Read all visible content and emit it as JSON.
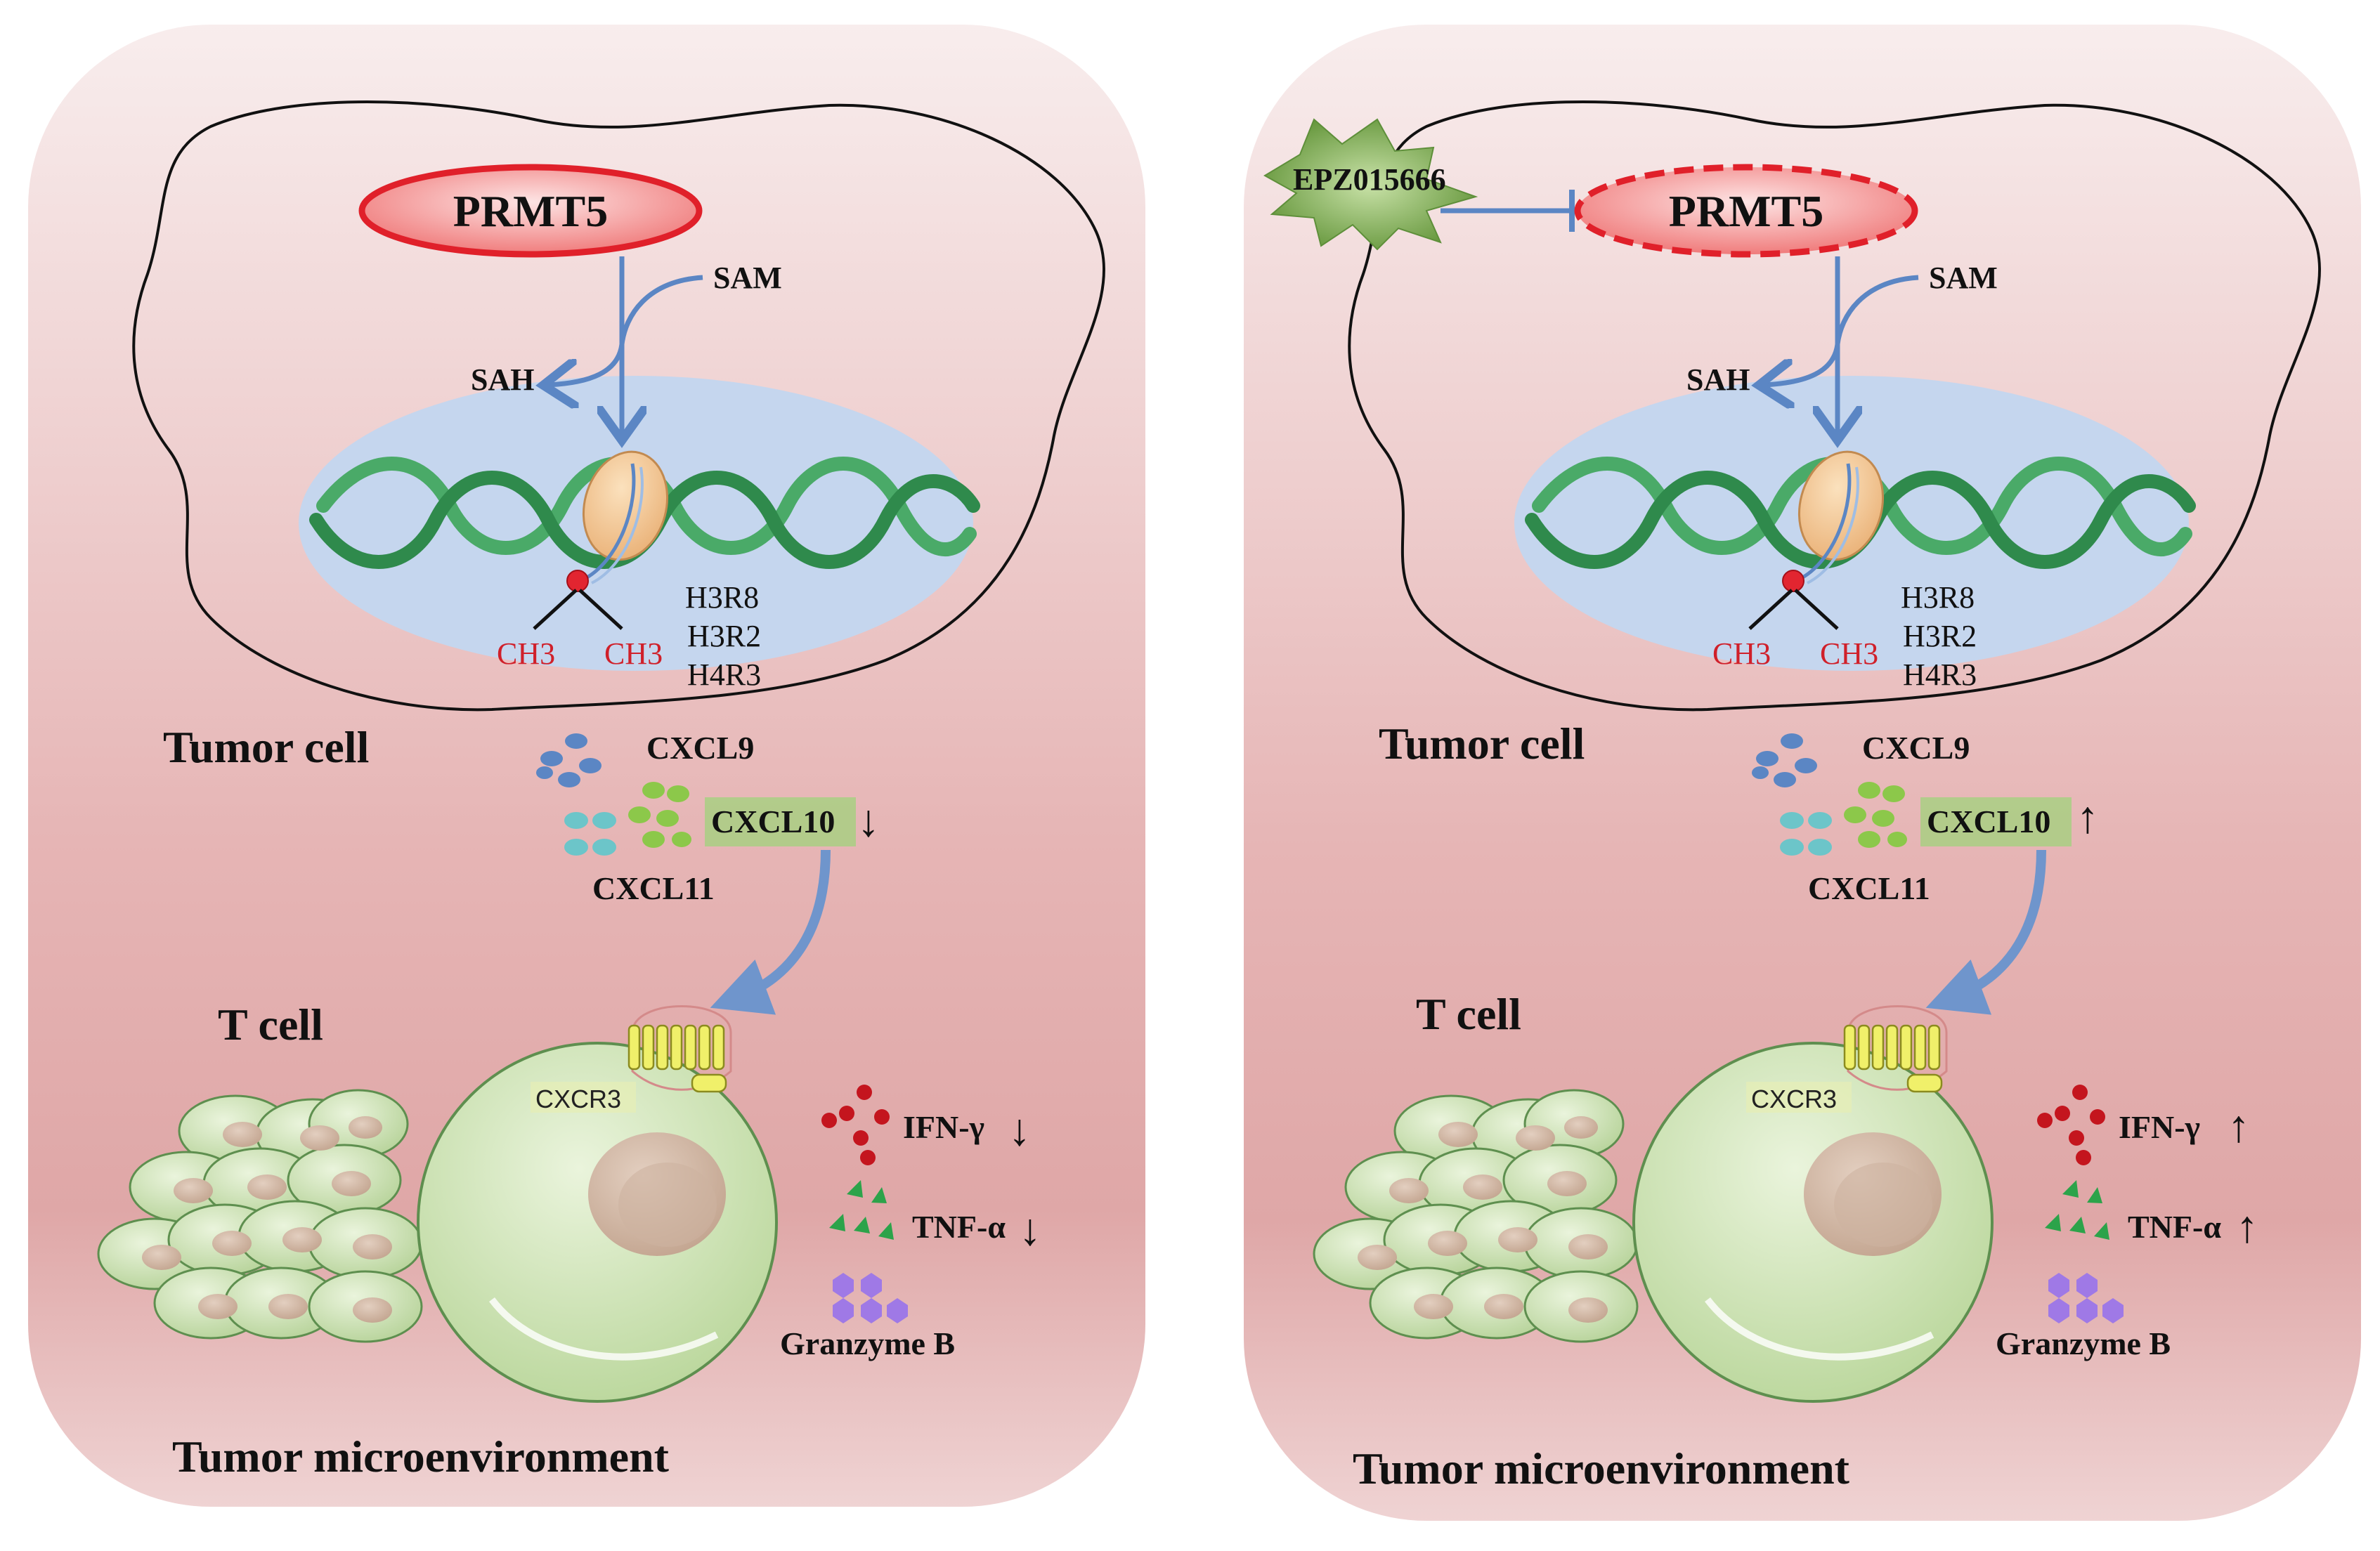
{
  "panels": [
    {
      "id": "control",
      "tumor_cell": "Tumor cell",
      "prmt5": "PRMT5",
      "sam": "SAM",
      "sah": "SAH",
      "ch3_left": "CH3",
      "ch3_right": "CH3",
      "histones": [
        "H3R8",
        "H3R2",
        "H4R3"
      ],
      "cxcl9": "CXCL9",
      "cxcl10": "CXCL10",
      "cxcl11": "CXCL11",
      "t_cell": "T cell",
      "cxcr3": "CXCR3",
      "ifn": "IFN-γ",
      "tnf": "TNF-α",
      "granzyme": "Granzyme B",
      "microenv": "Tumor microenvironment",
      "arrow_cxcl10": "↓",
      "arrow_ifn": "↓",
      "arrow_tnf": "↓"
    },
    {
      "id": "treated",
      "inhibitor": "EPZ015666",
      "tumor_cell": "Tumor cell",
      "prmt5": "PRMT5",
      "sam": "SAM",
      "sah": "SAH",
      "ch3_left": "CH3",
      "ch3_right": "CH3",
      "histones": [
        "H3R8",
        "H3R2",
        "H4R3"
      ],
      "cxcl9": "CXCL9",
      "cxcl10": "CXCL10",
      "cxcl11": "CXCL11",
      "t_cell": "T cell",
      "cxcr3": "CXCR3",
      "ifn": "IFN-γ",
      "tnf": "TNF-α",
      "granzyme": "Granzyme B",
      "microenv": "Tumor microenvironment",
      "arrow_cxcl10": "↑",
      "arrow_ifn": "↑",
      "arrow_tnf": "↑"
    }
  ],
  "colors": {
    "panel_top": "#f7e9e9",
    "panel_mid": "#e2b3b3",
    "nucleus": "#c5d6ee",
    "dna": "#3a9a58",
    "prmt5_fill": "#f48a8a",
    "prmt5_stroke": "#e0202a",
    "pathway_arrow": "#5b86c4",
    "cell_green": "#c9e0b0",
    "inhibitor": "#6e9e42"
  }
}
